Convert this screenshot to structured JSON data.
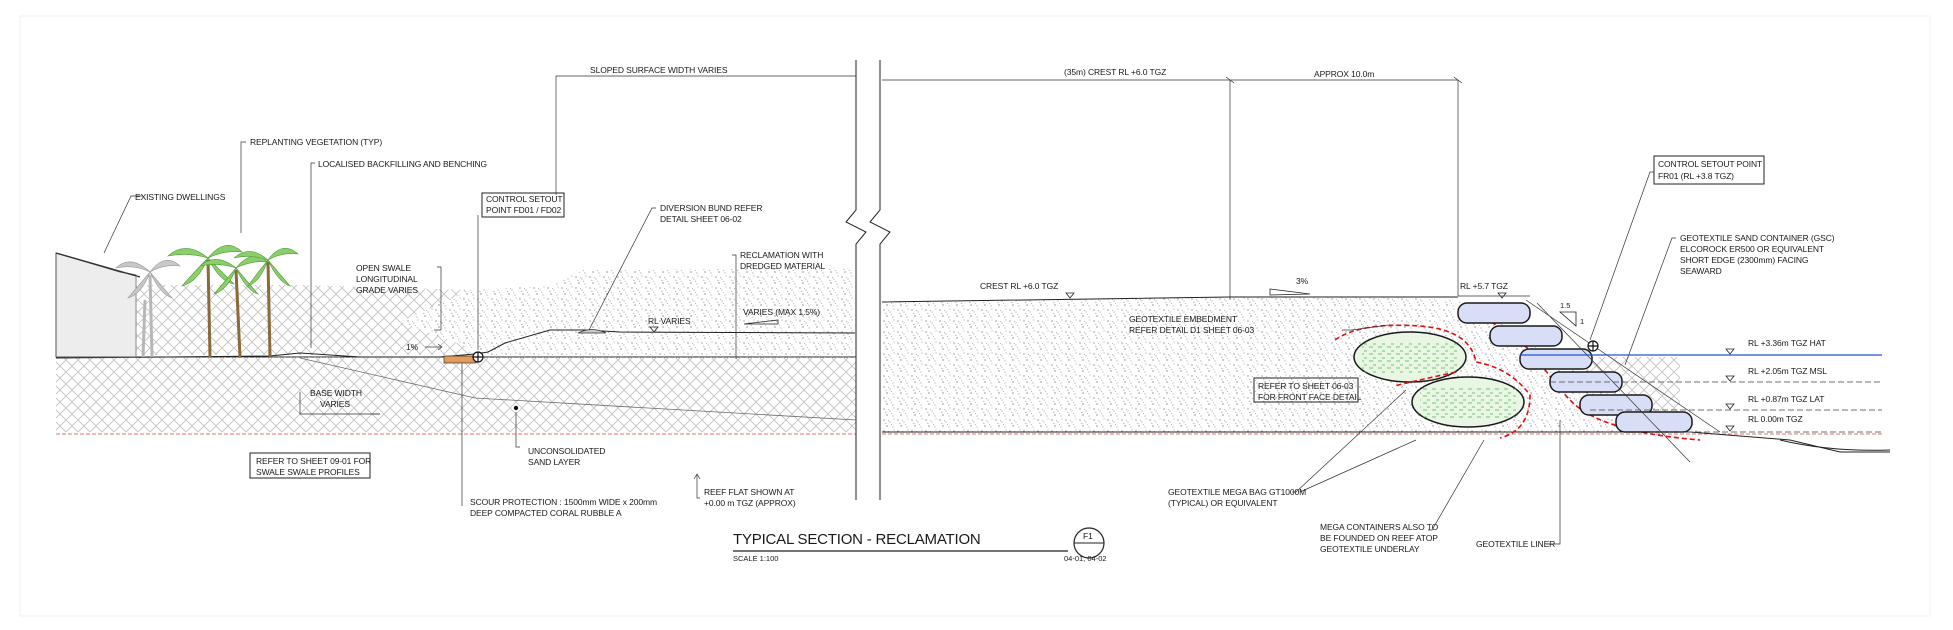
{
  "title": "TYPICAL SECTION - RECLAMATION",
  "scale": "SCALE 1:100",
  "section_id": "F1",
  "section_ref": "04-01, 04-02",
  "dims": {
    "sloped_surface": "SLOPED SURFACE WIDTH VARIES",
    "crest_width": "(35m) CREST RL +6.0 TGZ",
    "approx": "APPROX 10.0m"
  },
  "left_labels": {
    "existing_dwellings": "EXISTING DWELLINGS",
    "replanting_l1": "REPLANTING VEGETATION (TYP)",
    "backfilling": "LOCALISED BACKFILLING AND BENCHING",
    "control_fd_l1": "CONTROL SETOUT",
    "control_fd_l2": "POINT FD01 / FD02",
    "swale_l1": "OPEN SWALE",
    "swale_l2": "LONGITUDINAL",
    "swale_l3": "GRADE VARIES",
    "swale_grade": "1%",
    "diversion_l1": "DIVERSION BUND REFER",
    "diversion_l2": "DETAIL SHEET 06-02",
    "reclaim_l1": "RECLAMATION WITH",
    "reclaim_l2": "DREDGED MATERIAL",
    "rl_varies": "RL VARIES",
    "varies_grade": "VARIES  (MAX 1.5%)",
    "base_l1": "BASE WIDTH",
    "base_l2": "VARIES",
    "unconsol_l1": "UNCONSOLIDATED",
    "unconsol_l2": "SAND LAYER",
    "refer_0901_l1": "REFER TO SHEET 09-01 FOR",
    "refer_0901_l2": "SWALE SWALE PROFILES",
    "scour_l1": "SCOUR PROTECTION : 1500mm WIDE x 200mm",
    "scour_l2": "DEEP COMPACTED CORAL RUBBLE A",
    "reef_l1": "REEF FLAT SHOWN AT",
    "reef_l2": "+0.00 m TGZ (APPROX)"
  },
  "right_labels": {
    "crest_rl": "CREST RL +6.0 TGZ",
    "crest_grade": "3%",
    "geotex_embed_l1": "GEOTEXTILE EMBEDMENT",
    "geotex_embed_l2": "REFER DETAIL D1 SHEET 06-03",
    "rl_57": "RL +5.7 TGZ",
    "slope_h": "1.5",
    "slope_v": "1",
    "control_fr_l1": "CONTROL SETOUT POINT",
    "control_fr_l2": "FR01 (RL +3.8 TGZ)",
    "gsc_l1": "GEOTEXTILE SAND CONTAINER (GSC)",
    "gsc_l2": "ELCOROCK ER500 OR EQUIVALENT",
    "gsc_l3": "SHORT EDGE (2300mm) FACING",
    "gsc_l4": "SEAWARD",
    "hat": "RL +3.36m TGZ HAT",
    "msl": "RL +2.05m TGZ MSL",
    "lat": "RL +0.87m TGZ LAT",
    "zero": "RL 0.00m TGZ",
    "refer_0603_l1": "REFER TO SHEET 06-03",
    "refer_0603_l2": "FOR FRONT FACE DETAIL",
    "megabag_l1": "GEOTEXTILE MEGA BAG GT1000M",
    "megabag_l2": "(TYPICAL) OR EQUIVALENT",
    "megacont_l1": "MEGA CONTAINERS ALSO TO",
    "megacont_l2": "BE FOUNDED ON REEF ATOP",
    "megacont_l3": "GEOTEXTILE UNDERLAY",
    "liner": "GEOTEXTILE LINER"
  },
  "colors": {
    "bag_fill": "#d9def7",
    "mega_fill": "#e9f6e4",
    "liner": "#dd1111",
    "hat_line": "#2255cc",
    "reef_line": "#e07070"
  },
  "icons": [
    "palm-tree-icon",
    "dwelling-icon",
    "control-point-icon",
    "level-marker-icon"
  ]
}
